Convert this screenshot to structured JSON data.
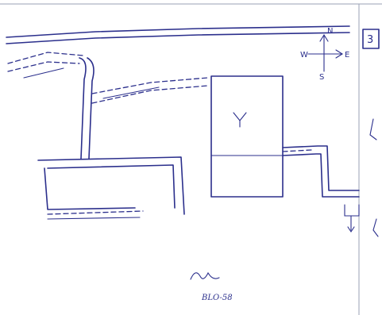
{
  "map": {
    "header_road_label": "",
    "sheet_number": "3",
    "north_arrow": {
      "north": "N",
      "south": "S",
      "east": "E",
      "west": "W"
    },
    "signature": {
      "mark": "",
      "code": "BLO-58"
    },
    "labels": {
      "top_left_1": "",
      "top_left_2": "",
      "top_left_3": "",
      "left_middle": "",
      "upper_center": "",
      "center_top": "",
      "block_title": "",
      "block_inner": "",
      "block_bottom": "",
      "right_road": "",
      "left_lower_1": "",
      "left_lower_2": "",
      "lower_left_block": "",
      "lower_left_street": "",
      "lower_left_street_2": "",
      "bottom_right_1": "",
      "bottom_right_2": ""
    }
  }
}
